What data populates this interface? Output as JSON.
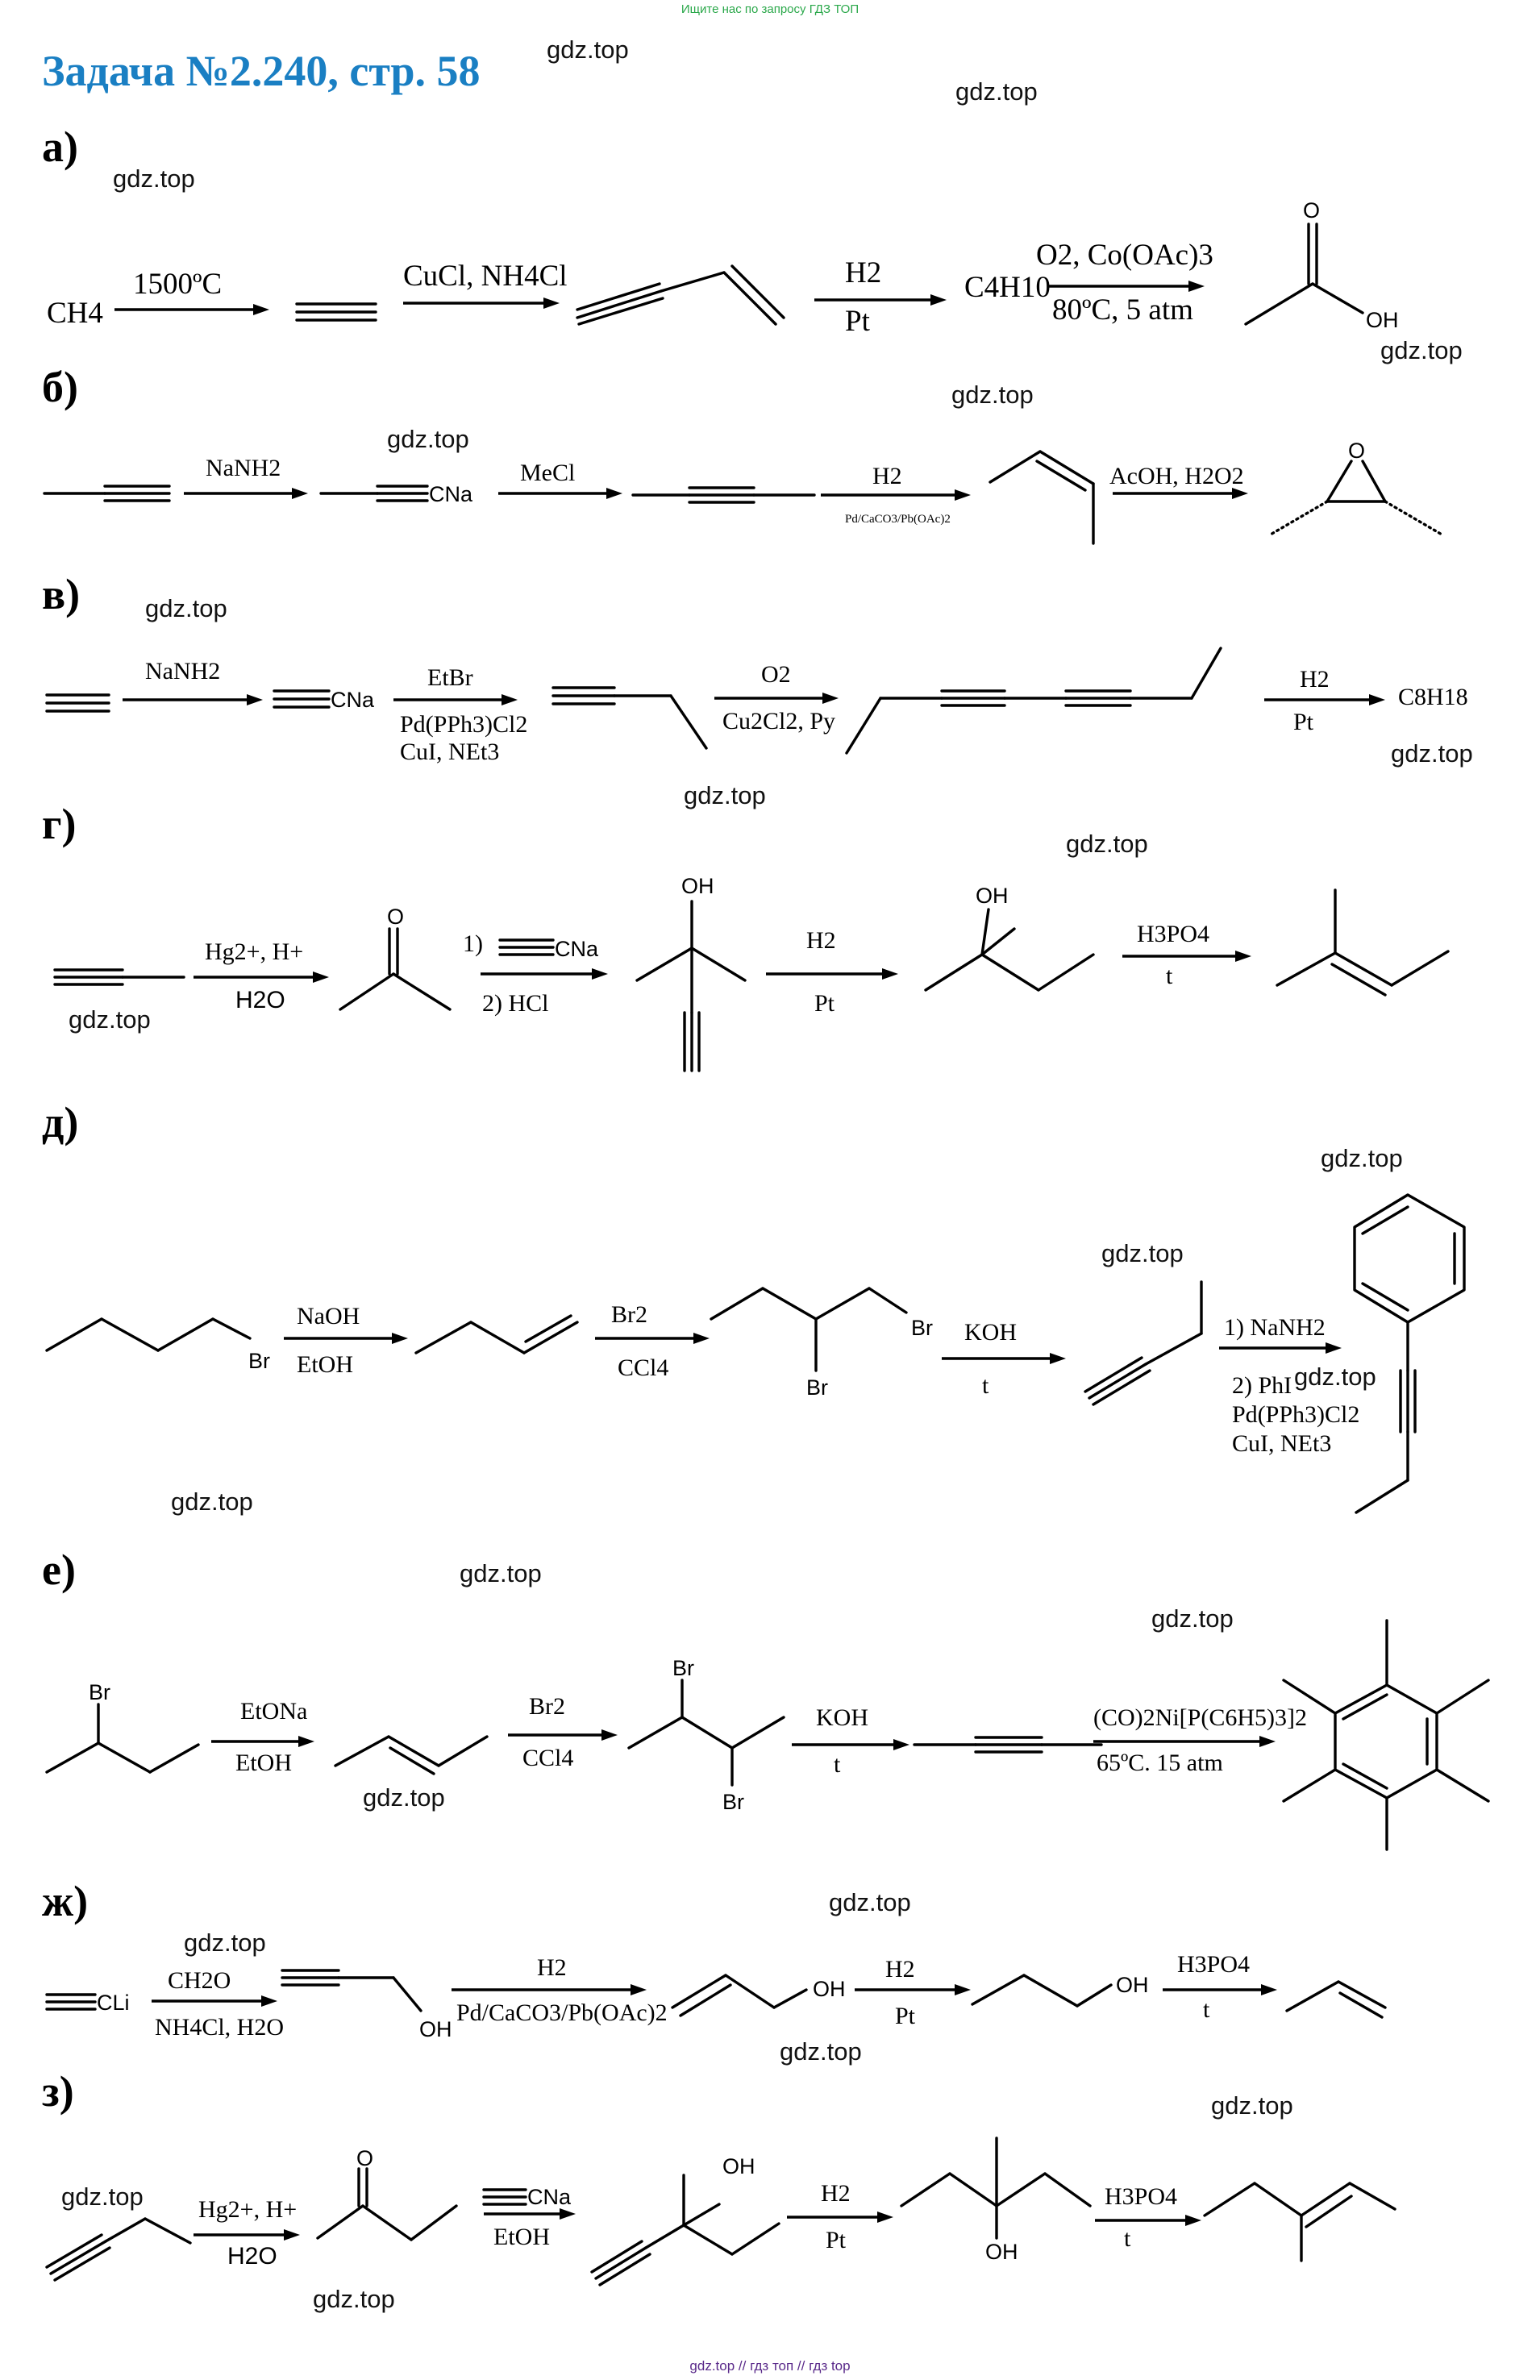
{
  "header_note": "Ищите нас по запросу ГДЗ ТОП",
  "title": "Задача №2.240, стр. 58",
  "watermark": "gdz.top",
  "footer": "gdz.top // гдз топ // гдз top",
  "sections": {
    "a": {
      "label": "а)",
      "start": "CH4",
      "step1": "1500ºC",
      "step2": "CuCl, NH4Cl",
      "step3_top": "H2",
      "step3_bottom": "Pt",
      "intermediate": "C4H10",
      "step4_top": "O2, Co(OAc)3",
      "step4_bottom": "80ºC, 5 atm",
      "atom_O": "O",
      "atom_OH": "OH"
    },
    "b": {
      "label": "б)",
      "step1": "NaNH2",
      "salt": "CNa",
      "step2": "MeCl",
      "step3_top": "H2",
      "step3_bottom": "Pd/CaCO3/Pb(OAc)2",
      "step4": "AcOH, H2O2",
      "atom_O": "O"
    },
    "v": {
      "label": "в)",
      "step1": "NaNH2",
      "salt": "CNa",
      "step2_top": "EtBr",
      "step2_bottom1": "Pd(PPh3)Cl2",
      "step2_bottom2": "CuI, NEt3",
      "step3_top": "O2",
      "step3_bottom": "Cu2Cl2, Py",
      "step4_top": "H2",
      "step4_bottom": "Pt",
      "product": "C8H18"
    },
    "g": {
      "label": "г)",
      "step1_top": "Hg2+, H+",
      "step1_bottom": "H2O",
      "atom_O": "O",
      "step2_top_num": "1)",
      "salt": "CNa",
      "step2_bottom": "2) HCl",
      "atom_OH": "OH",
      "step3_top": "H2",
      "step3_bottom": "Pt",
      "atom_OH2": "OH",
      "step4_top": "H3PO4",
      "step4_bottom": "t"
    },
    "d": {
      "label": "д)",
      "atom_Br": "Br",
      "step1_top": "NaOH",
      "step1_bottom": "EtOH",
      "step2_top": "Br2",
      "step2_bottom": "CCl4",
      "atom_Br2": "Br",
      "atom_Br3": "Br",
      "step3_top": "KOH",
      "step3_bottom": "t",
      "step4_top": "1) NaNH2",
      "step4_b1": "2) PhI",
      "step4_b2": "Pd(PPh3)Cl2",
      "step4_b3": "CuI, NEt3"
    },
    "e": {
      "label": "е)",
      "atom_Br": "Br",
      "step1_top": "EtONa",
      "step1_bottom": "EtOH",
      "step2_top": "Br2",
      "step2_bottom": "CCl4",
      "atom_Br2": "Br",
      "atom_Br3": "Br",
      "step3_top": "KOH",
      "step3_bottom": "t",
      "step4_top": "(CO)2Ni[P(C6H5)3]2",
      "step4_bottom": "65ºC. 15 atm"
    },
    "zh": {
      "label": "ж)",
      "salt": "CLi",
      "step1_top": "CH2O",
      "step1_bottom": "NH4Cl, H2O",
      "atom_OH": "OH",
      "step2_top": "H2",
      "step2_bottom": "Pd/CaCO3/Pb(OAc)2",
      "atom_OH2": "OH",
      "step3_top": "H2",
      "step3_bottom": "Pt",
      "atom_OH3": "OH",
      "step4_top": "H3PO4",
      "step4_bottom": "t"
    },
    "z": {
      "label": "з)",
      "step1_top": "Hg2+, H+",
      "step1_bottom": "H2O",
      "atom_O": "O",
      "salt": "CNa",
      "step2_bottom": "EtOH",
      "atom_OH": "OH",
      "step3_top": "H2",
      "step3_bottom": "Pt",
      "atom_OH2": "OH",
      "step4_top": "H3PO4",
      "step4_bottom": "t"
    }
  }
}
